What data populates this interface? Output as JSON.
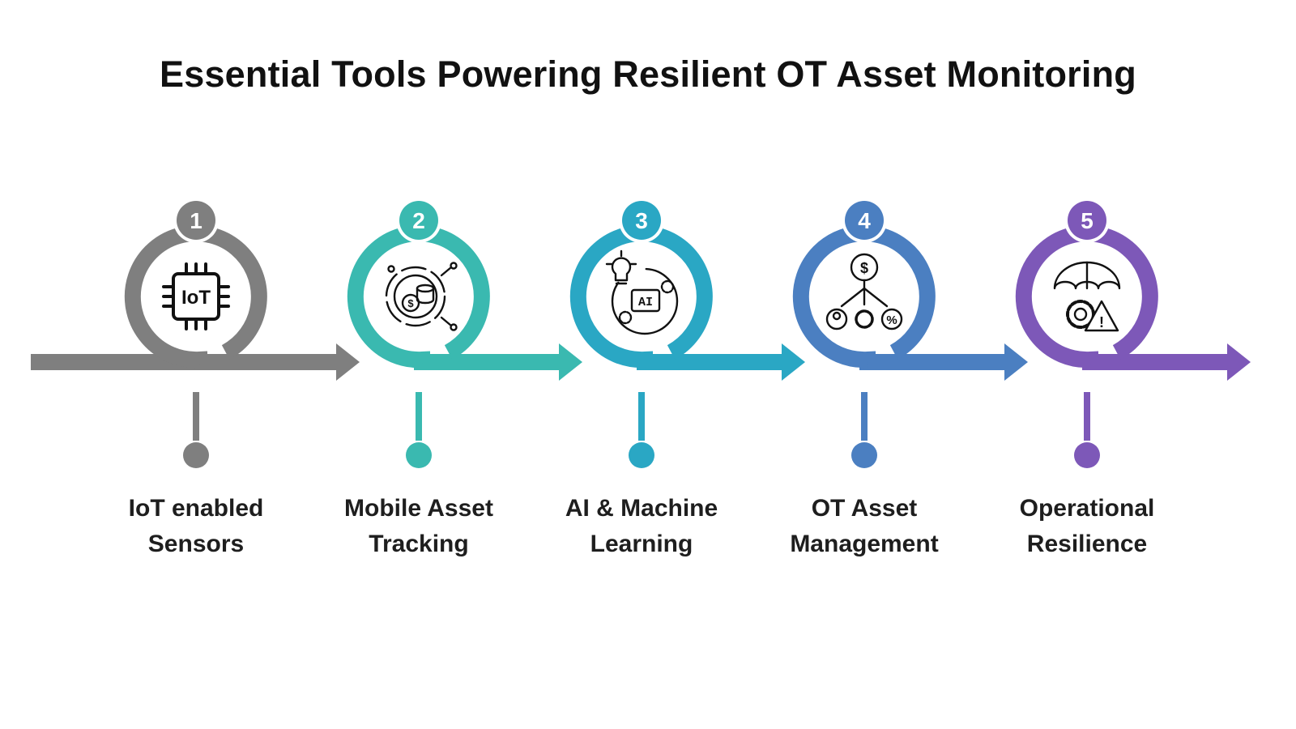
{
  "title": "Essential Tools Powering Resilient OT Asset Monitoring",
  "steps": [
    {
      "number": "1",
      "label_line1": "IoT enabled",
      "label_line2": "Sensors",
      "color": "#7f7f7f",
      "icon": "iot-chip-icon",
      "icon_text": "IoT"
    },
    {
      "number": "2",
      "label_line1": "Mobile Asset",
      "label_line2": "Tracking",
      "color": "#3ab9b0",
      "icon": "asset-tracking-coins-icon",
      "icon_text": "$"
    },
    {
      "number": "3",
      "label_line1": "AI & Machine",
      "label_line2": "Learning",
      "color": "#2aa7c4",
      "icon": "ai-lightbulb-gears-icon",
      "icon_text": "AI"
    },
    {
      "number": "4",
      "label_line1": "OT Asset",
      "label_line2": "Management",
      "color": "#4b7fc1",
      "icon": "asset-management-tree-icon",
      "icon_text": "$"
    },
    {
      "number": "5",
      "label_line1": "Operational",
      "label_line2": "Resilience",
      "color": "#7d58b8",
      "icon": "umbrella-gear-warning-icon",
      "icon_text": "!"
    }
  ]
}
